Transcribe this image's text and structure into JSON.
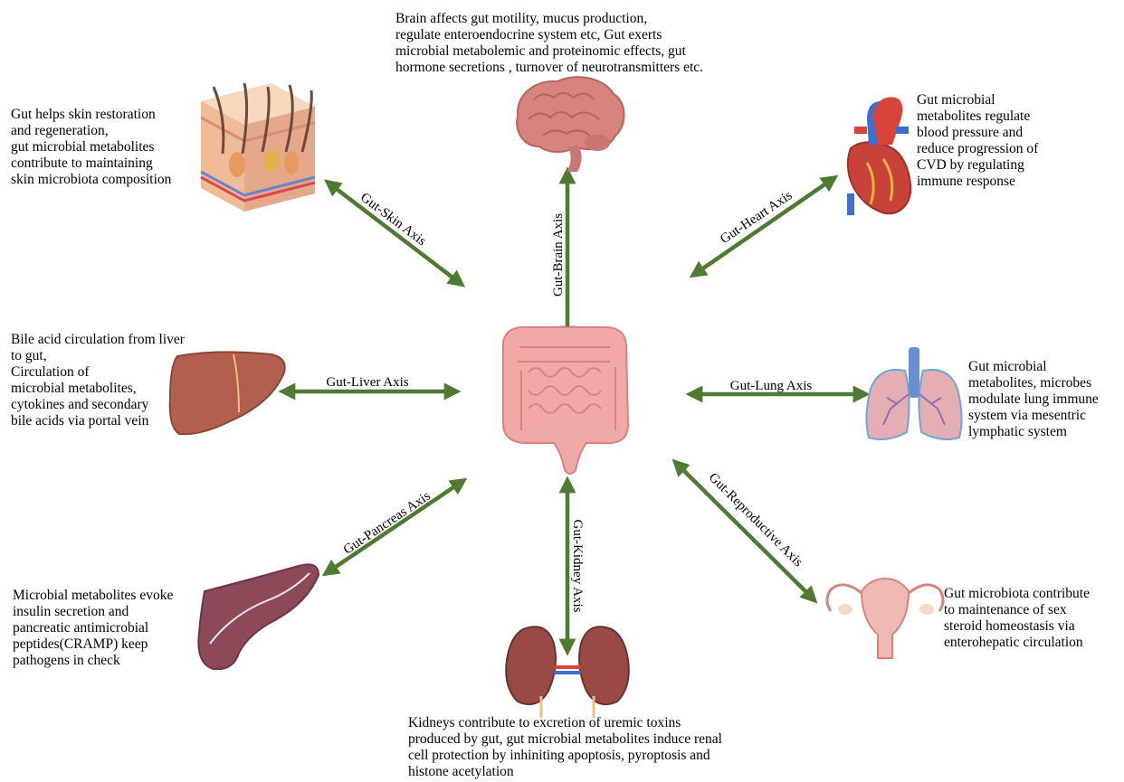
{
  "colors": {
    "arrow": "#4f7a31",
    "skin": "#e9b48c",
    "brain": "#d7847e",
    "heart": "#c8423a",
    "gut": "#f1a9a6",
    "liver": "#b35f4d",
    "lung": "#e5aeb3",
    "pancreas": "#8c4a58",
    "kidney": "#9a4a46",
    "uterus": "#f0b9b4"
  },
  "icons": [
    "skin-icon",
    "brain-icon",
    "heart-icon",
    "intestine-icon",
    "liver-icon",
    "lungs-icon",
    "pancreas-icon",
    "kidneys-icon",
    "uterus-icon"
  ],
  "axes": {
    "brain": "Gut-Brain Axis",
    "skin": "Gut-Skin Axis",
    "heart": "Gut-Heart Axis",
    "liver": "Gut-Liver Axis",
    "lung": "Gut-Lung Axis",
    "pancreas": "Gut-Pancreas Axis",
    "kidney": "Gut-Kidney Axis",
    "reproductive": "Gut-Reproductive Axis"
  },
  "texts": {
    "brain": "Brain affects gut motility, mucus production,\nregulate enteroendocrine system etc, Gut exerts\nmicrobial metabolemic and proteinomic effects, gut\nhormone secretions , turnover of neurotransmitters etc.",
    "skin": "Gut helps skin restoration\nand regeneration,\ngut microbial metabolites\ncontribute to maintaining\nskin microbiota composition",
    "heart": "Gut microbial\nmetabolites regulate\nblood pressure and\nreduce progression of\nCVD by regulating\nimmune response",
    "liver": "Bile acid circulation from liver\nto gut,\nCirculation of\nmicrobial metabolites,\ncytokines and secondary\nbile acids via portal vein",
    "lung": "Gut microbial\nmetabolites, microbes\nmodulate lung immune\nsystem via mesentric\nlymphatic system",
    "pancreas": "Microbial metabolites evoke\ninsulin secretion and\npancreatic antimicrobial\npeptides(CRAMP) keep\npathogens in check",
    "kidney": "Kidneys contribute to excretion of uremic toxins\nproduced by gut, gut microbial metabolites induce renal\ncell protection by inhiniting apoptosis, pyroptosis and\nhistone acetylation",
    "reproductive": "Gut microbiota contribute\nto maintenance of sex\nsteroid homeostasis via\nenterohepatic circulation"
  }
}
